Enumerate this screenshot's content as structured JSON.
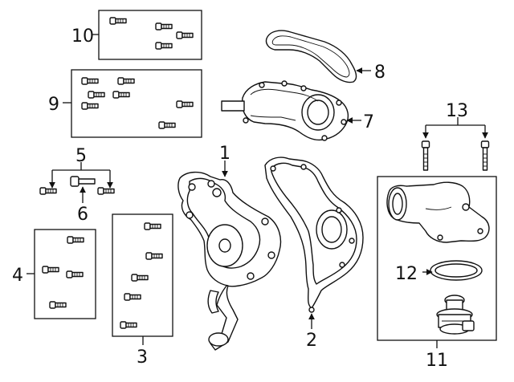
{
  "callouts": {
    "c1": "1",
    "c2": "2",
    "c3": "3",
    "c4": "4",
    "c5": "5",
    "c6": "6",
    "c7": "7",
    "c8": "8",
    "c9": "9",
    "c10": "10",
    "c11": "11",
    "c12": "12",
    "c13": "13"
  },
  "colors": {
    "line": "#111111",
    "background": "#ffffff"
  },
  "icons": [
    "bolt-icon",
    "water-pump",
    "gasket",
    "housing",
    "thermostat",
    "seal-ring"
  ]
}
